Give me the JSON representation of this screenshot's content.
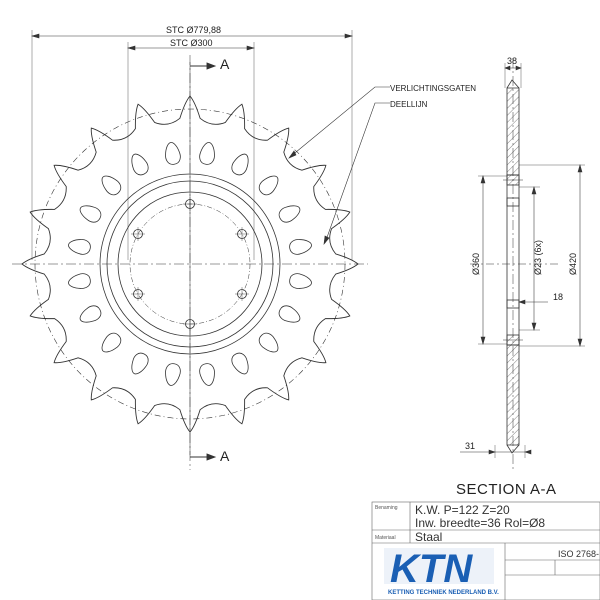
{
  "dimensions": {
    "stc_outer": "STC Ø779,88",
    "stc_inner": "STC Ø300",
    "width_38": "38",
    "dia_360": "Ø360",
    "dia_23": "Ø23 (6x)",
    "dia_420": "Ø420",
    "dim_18": "18",
    "dim_31": "31"
  },
  "labels": {
    "section_a_top": "A",
    "section_a_bottom": "A",
    "verlichtingsgaten": "VERLICHTINGSGATEN",
    "deellijn": "DEELLIJN",
    "section_title": "SECTION A-A"
  },
  "title_block": {
    "benaming_label": "Benaming",
    "line1": "K.W.  P=122  Z=20",
    "line2": "Inw.  breedte=36   Rol=Ø8",
    "materiaal_label": "Materiaal",
    "materiaal": "Staal",
    "iso": "ISO 2768-",
    "logo": "KTN",
    "company": "KETTING TECHNIEK NEDERLAND B.V."
  },
  "colors": {
    "line": "#333333",
    "logo_blue": "#1a5fb4"
  }
}
